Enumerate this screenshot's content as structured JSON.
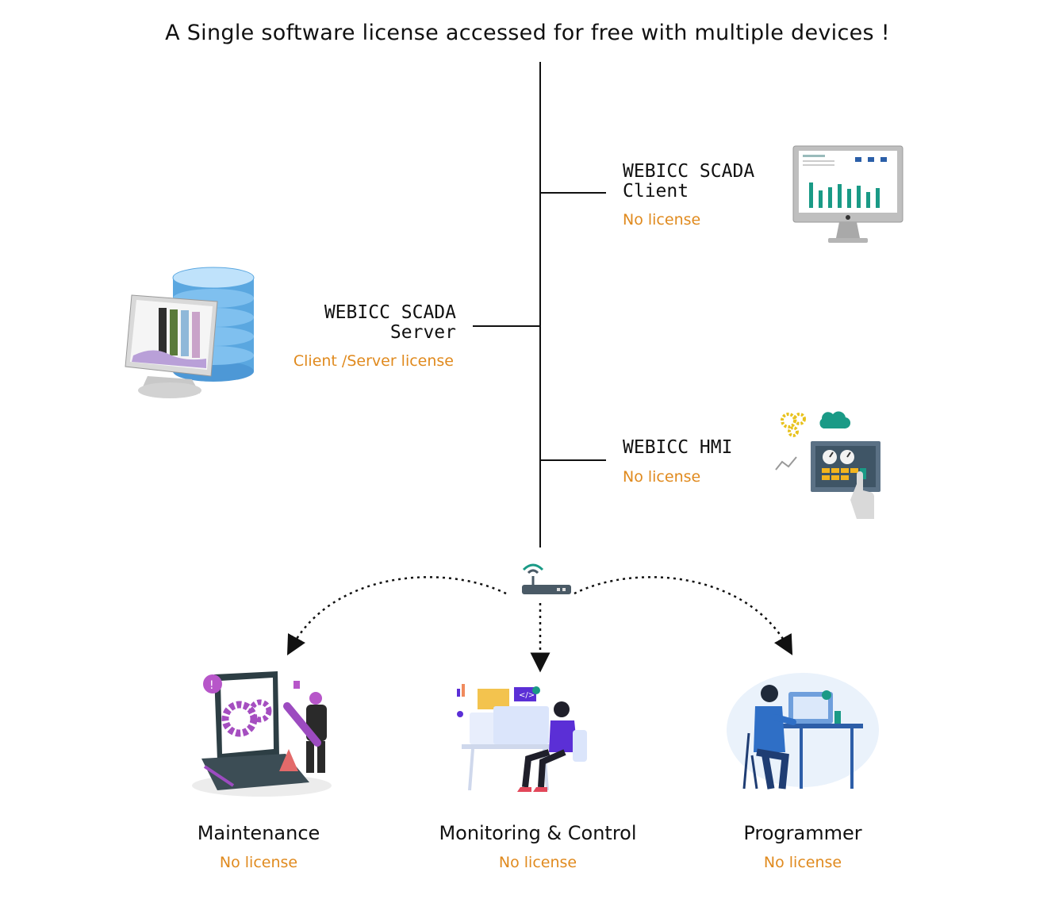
{
  "title": "A Single software license accessed for free with multiple devices !",
  "nodes": {
    "scada_client": {
      "name_line1": "WEBICC SCADA",
      "name_line2": "Client",
      "license": "No license",
      "icon": "monitor-chart-icon"
    },
    "scada_server": {
      "name_line1": "WEBICC SCADA",
      "name_line2": "Server",
      "license": "Client /Server license",
      "icon": "server-database-icon"
    },
    "hmi": {
      "name": "WEBICC HMI",
      "license": "No license",
      "icon": "hmi-panel-icon"
    }
  },
  "router": {
    "icon": "wifi-router-icon"
  },
  "devices": [
    {
      "name": "Maintenance",
      "license": "No license",
      "icon": "maintenance-illustration"
    },
    {
      "name": "Monitoring & Control",
      "license": "No license",
      "icon": "monitoring-illustration"
    },
    {
      "name": "Programmer",
      "license": "No license",
      "icon": "programmer-illustration"
    }
  ],
  "colors": {
    "license": "#e08a1e",
    "line": "#111111",
    "accent_teal": "#1a9a86"
  }
}
